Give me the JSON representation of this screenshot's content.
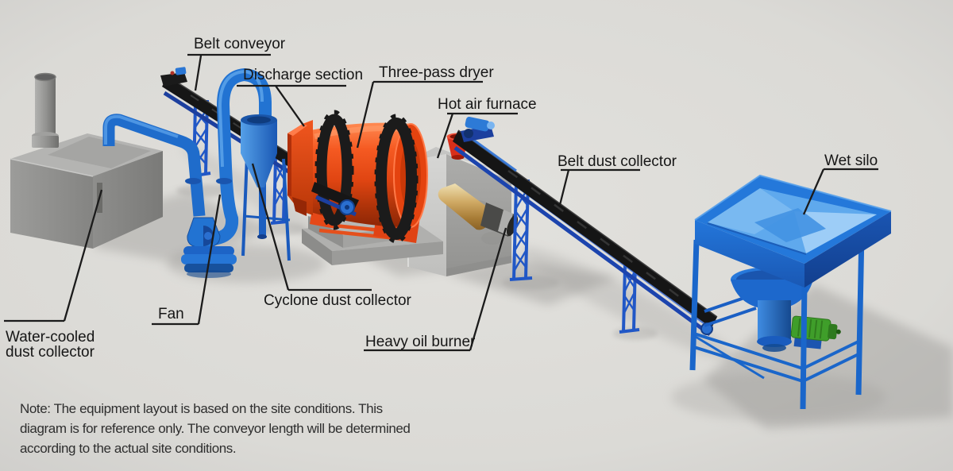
{
  "diagram": {
    "title_context": "Rotary dryer plant equipment layout diagram",
    "labels": {
      "belt_conveyor": "Belt conveyor",
      "discharge_section": "Discharge section",
      "three_pass_dryer": "Three-pass dryer",
      "hot_air_furnace": "Hot air furnace",
      "belt_dust_collector": "Belt dust collector",
      "wet_silo": "Wet silo",
      "water_cooled_line1": "Water-cooled",
      "water_cooled_line2": "dust collector",
      "fan": "Fan",
      "cyclone_dust_collector": "Cyclone dust collector",
      "heavy_oil_burner": "Heavy oil burner"
    },
    "note": {
      "line1": "Note: The equipment layout is based on the site conditions. This",
      "line2": "diagram is for reference only. The conveyor length will be determined",
      "line3": "according to the actual site conditions."
    },
    "colors": {
      "background": "#dcdbd7",
      "machine_blue": "#2273d2",
      "frame_navy": "#1c44ae",
      "dryer_orange": "#f1511d",
      "belt_black": "#151515",
      "concrete_gray": "#aaaaa8",
      "funnel_red": "#d92f1a",
      "burner_brass": "#c9a05c",
      "motor_green": "#3f9e2a",
      "label_text": "#161616",
      "note_text": "#2e2e2e"
    }
  }
}
